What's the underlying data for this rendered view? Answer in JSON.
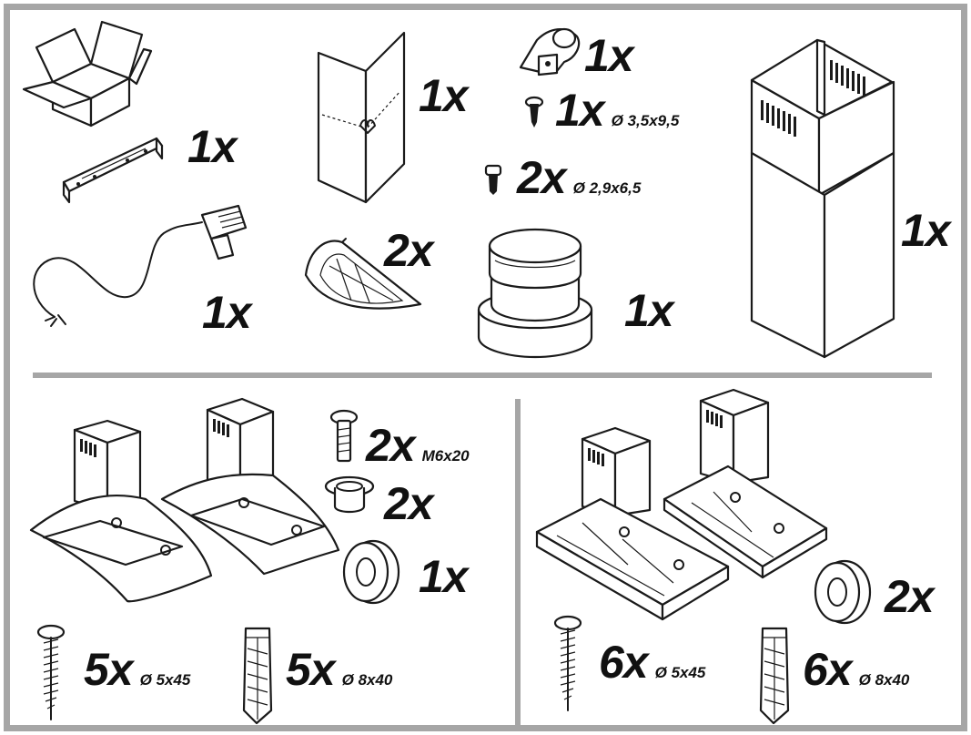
{
  "parts": {
    "bracket": {
      "qty": "1x",
      "icon": "mounting-bracket-icon"
    },
    "template": {
      "qty": "1x",
      "icon": "paper-template-icon"
    },
    "clip": {
      "qty": "1x",
      "icon": "chimney-clip-icon"
    },
    "screw_a": {
      "qty": "1x",
      "dim": "Ø 3,5x9,5",
      "icon": "small-screw-icon"
    },
    "screw_b": {
      "qty": "2x",
      "dim": "Ø 2,9x6,5",
      "icon": "short-screw-icon"
    },
    "chimney": {
      "qty": "1x",
      "icon": "chimney-icon"
    },
    "flaps": {
      "qty": "2x",
      "icon": "check-valve-flap-icon"
    },
    "cable": {
      "qty": "1x",
      "icon": "power-cable-icon"
    },
    "adapter": {
      "qty": "1x",
      "icon": "duct-adapter-icon"
    },
    "bolt_m6": {
      "qty": "2x",
      "dim": "M6x20",
      "icon": "bolt-icon"
    },
    "bushing": {
      "qty": "2x",
      "icon": "bushing-icon"
    },
    "washer_left": {
      "qty": "1x",
      "icon": "washer-icon"
    },
    "screw_left": {
      "qty": "5x",
      "dim": "Ø 5x45",
      "icon": "wood-screw-icon"
    },
    "dowel_left": {
      "qty": "5x",
      "dim": "Ø 8x40",
      "icon": "wall-plug-icon"
    },
    "washer_right": {
      "qty": "2x",
      "icon": "washer-icon"
    },
    "screw_right": {
      "qty": "6x",
      "dim": "Ø 5x45",
      "icon": "wood-screw-icon"
    },
    "dowel_right": {
      "qty": "6x",
      "dim": "Ø 8x40",
      "icon": "wall-plug-icon"
    }
  },
  "colors": {
    "frame": "#a6a6a6",
    "ink": "#1a1a1a",
    "background": "#ffffff"
  }
}
